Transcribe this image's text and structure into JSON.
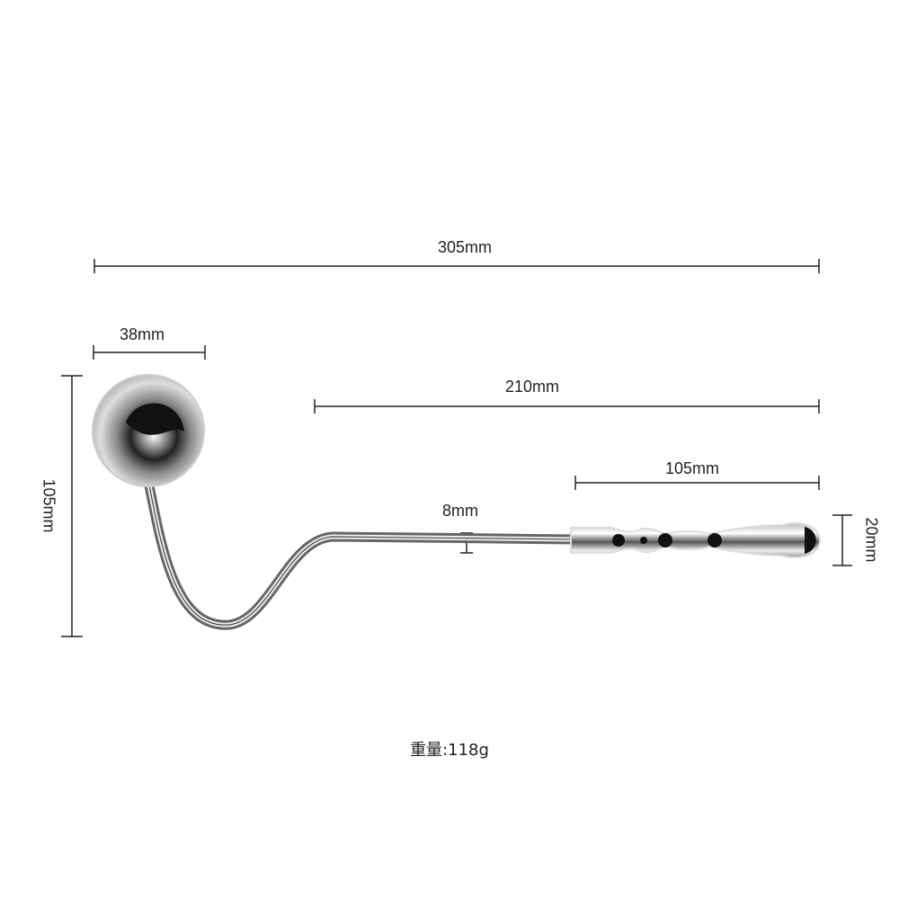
{
  "dimensions": {
    "total_length": "305mm",
    "ball_diameter": "38mm",
    "shaft_length": "210mm",
    "handle_length": "105mm",
    "rod_diameter": "8mm",
    "total_height": "105mm",
    "handle_diameter": "20mm"
  },
  "weight": "重量:118g",
  "colors": {
    "line": "#222222",
    "metal_dark": "#111111",
    "metal_light": "#e8e8e8"
  }
}
